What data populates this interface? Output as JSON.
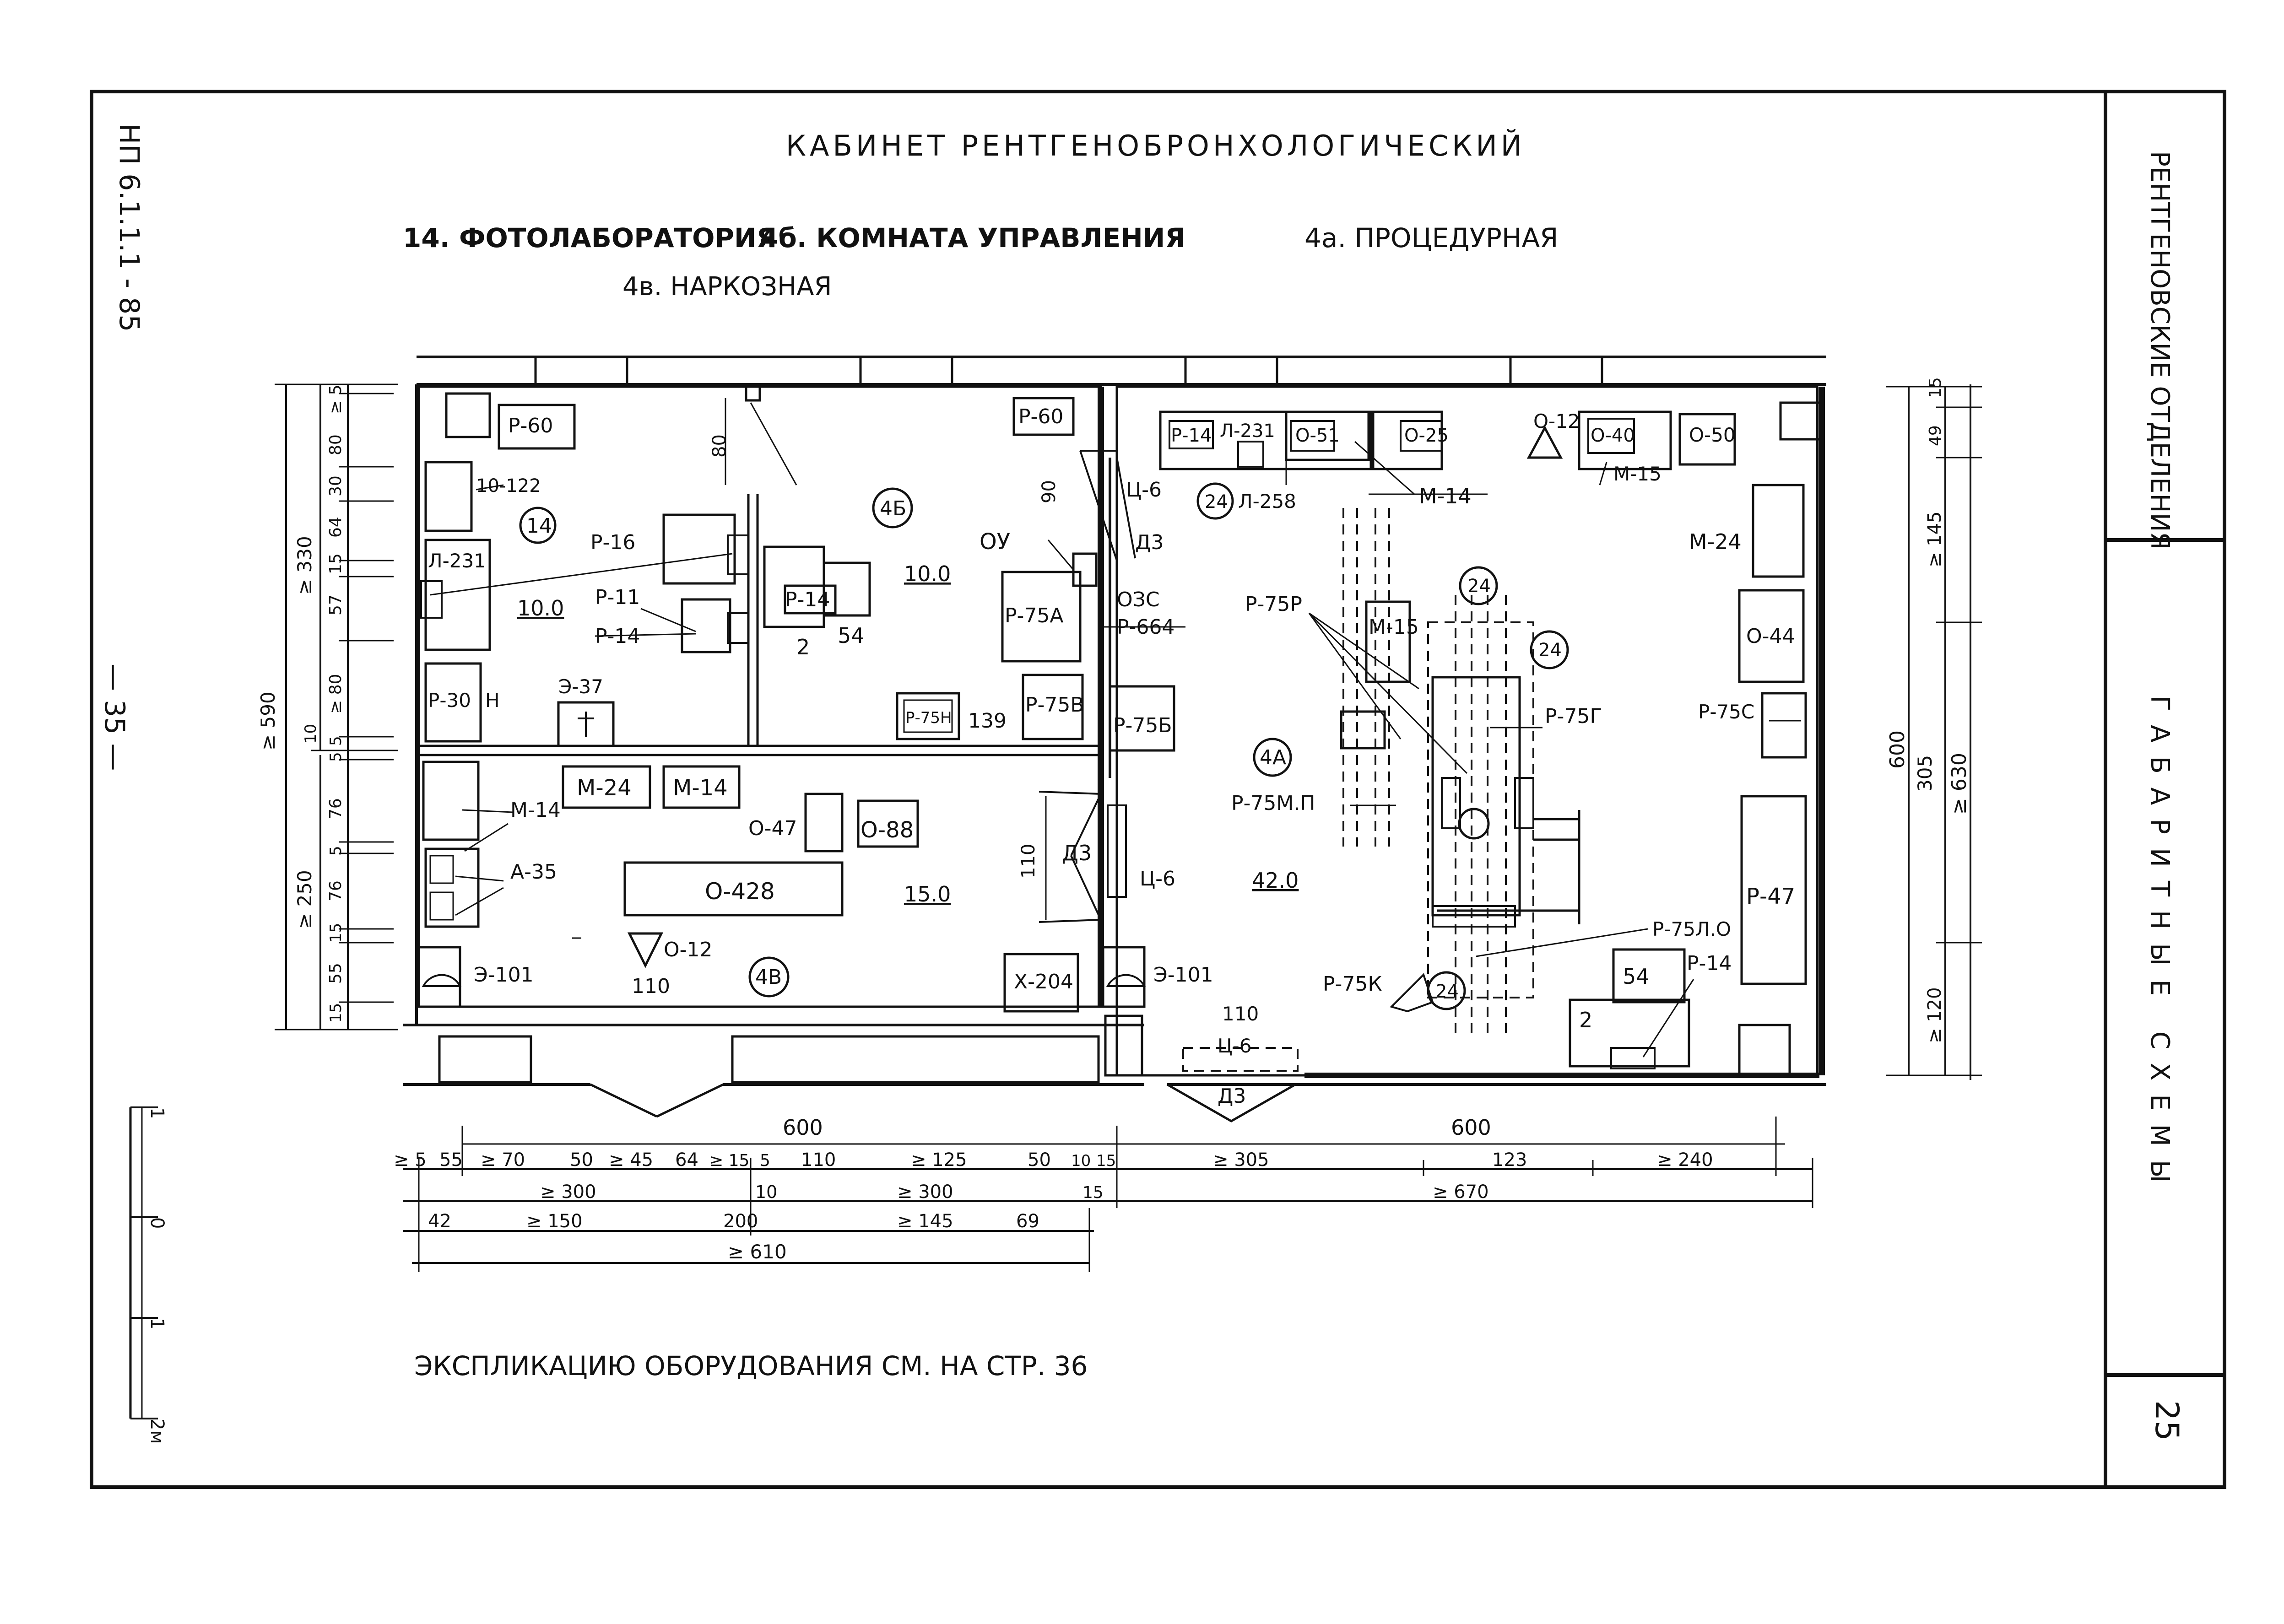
{
  "sheet": {
    "doc_code": "НП 6.1.1.1 - 85",
    "page_mark": "— 35 —",
    "title": "КАБИНЕТ РЕНТГЕНОБРОНХОЛОГИЧЕСКИЙ",
    "footnote": "ЭКСПЛИКАЦИЮ ОБОРУДОВАНИЯ СМ. НА СТР. 36",
    "page_number": "25"
  },
  "side_panel": {
    "section": "РЕНТГЕНОВСКИЕ ОТДЕЛЕНИЯ",
    "subsection": "ГАБАРИТНЫЕ СХЕМЫ"
  },
  "room_titles": {
    "r14": "14. ФОТОЛАБОРАТОРИЯ",
    "r4b": "4б. КОМНАТА УПРАВЛЕНИЯ",
    "r4a": "4а. ПРОЦЕДУРНАЯ",
    "r4v": "4в. НАРКОЗНАЯ"
  },
  "rooms": {
    "r14": {
      "mark": "14",
      "area": "10.0"
    },
    "r4b": {
      "mark": "4Б",
      "area": "10.0"
    },
    "r4a": {
      "mark": "4А",
      "area": "42.0"
    },
    "r4v": {
      "mark": "4В",
      "area": "15.0"
    }
  },
  "labels": {
    "p60a": "Р-60",
    "l10_122": "10-122",
    "l231a": "Л-231",
    "p30": "Р-30",
    "n_h": "Н",
    "e37": "Э-37",
    "p16": "Р-16",
    "p11": "Р-11",
    "p14a": "Р-14",
    "p60b": "Р-60",
    "p14b": "Р-14",
    "n54a": "54",
    "n2a": "2",
    "p75a": "Р-75А",
    "p75n": "Р-75Н",
    "n139": "139",
    "p75v": "Р-75В",
    "ou": "ОУ",
    "ozs": "ОЗС",
    "p664": "Р-664",
    "p75b": "Р-75Б",
    "c6a": "Ц-6",
    "d3a": "Д3",
    "n90a": "90",
    "n80top": "80",
    "m24a": "М-24",
    "m14a": "М-14",
    "m14b": "М-14",
    "a35": "А-35",
    "o47": "О-47",
    "o88": "О-88",
    "o428": "О-428",
    "o12a": "О-12",
    "e101a": "Э-101",
    "n110a": "110",
    "x204": "Х-204",
    "e101b": "Э-101",
    "d3b": "Д3",
    "c6b": "Ц-6",
    "n110b": "110",
    "p14c": "Р-14",
    "l231b": "Л-231",
    "o51": "О-51",
    "o25": "О-25",
    "m14c": "М-14",
    "l258": "Л-258",
    "o12b": "О-12",
    "o40": "О-40",
    "m15a": "М-15",
    "o50": "О-50",
    "m24b": "М-24",
    "o44": "О-44",
    "p75c": "Р-75С",
    "p47": "Р-47",
    "p75p": "Р-75Р",
    "m15b": "М-15",
    "p75g": "Р-75Г",
    "p75mp": "Р-75М.П",
    "p75lo": "Р-75Л.О",
    "p75k": "Р-75К",
    "n54b": "54",
    "n2b": "2",
    "p14d": "Р-14",
    "n110c": "110",
    "c6c": "Ц-6",
    "d3c": "Д3",
    "n24a": "24",
    "n24b": "24",
    "n24c": "24",
    "n24d": "24"
  },
  "dims_left": {
    "total": "≥ 590",
    "upper": "≥ 330",
    "lower": "≥ 250",
    "segs": [
      "≥ 5",
      "80",
      "30",
      "64",
      "15",
      "57",
      "≥ 80",
      "5",
      "10",
      "5",
      "76",
      "5",
      "76",
      "15",
      "55",
      "15"
    ]
  },
  "dims_right": {
    "total": "≥ 630",
    "inner": "600",
    "segs": [
      "15",
      "49",
      "≥ 145",
      "305",
      "≥ 120"
    ]
  },
  "dims_bottom": {
    "left_total": "600",
    "right_total": "600",
    "row1": [
      "≥ 5",
      "55",
      "≥ 70",
      "50",
      "≥ 45",
      "64",
      "≥ 15",
      "5",
      "110",
      "≥ 125",
      "50",
      "10",
      "15",
      "≥ 305",
      "123",
      "≥ 240"
    ],
    "row2": [
      "≥ 300",
      "10",
      "≥ 300",
      "15",
      "≥ 670"
    ],
    "row3": [
      "42",
      "≥ 150",
      "200",
      "≥ 145",
      "69"
    ],
    "row4": "≥ 610"
  },
  "scale": {
    "t1": "1",
    "t0": "0",
    "t1b": "1",
    "t2": "2м"
  }
}
